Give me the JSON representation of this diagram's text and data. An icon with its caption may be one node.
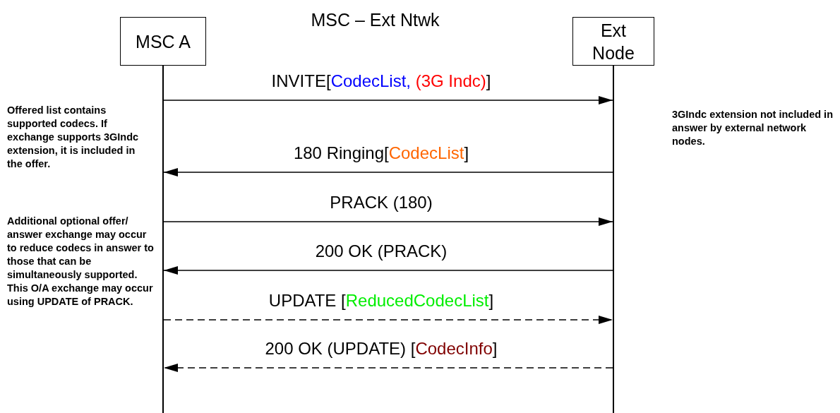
{
  "diagram": {
    "title": "MSC – Ext Ntwk",
    "nodes": [
      {
        "text": [
          "MSC A"
        ]
      },
      {
        "text": [
          "Ext Node"
        ]
      }
    ],
    "edges": [
      {
        "from": 0,
        "to": 1,
        "arrow": "to",
        "label": "INVITE[CodecList, (3G Indc)]"
      },
      {
        "from": 1,
        "to": 0,
        "arrow": "to",
        "label": "180 Ringing[CodecList]"
      },
      {
        "from": 0,
        "to": 1,
        "arrow": "to",
        "label": "PRACK (180)"
      },
      {
        "from": 1,
        "to": 0,
        "arrow": "to",
        "label": "200 OK (PRACK)"
      },
      {
        "from": 0,
        "to": 1,
        "arrow": "to",
        "label": "UPDATE [ReducedCodecList]",
        "style": "dashed"
      },
      {
        "from": 1,
        "to": 0,
        "arrow": "to",
        "label": "200 OK (UPDATE) [CodecInfo]",
        "style": "dashed"
      }
    ],
    "labels": [
      "Offered list contains supported codecs.  If exchange supports 3GIndc extension, it is included in the offer.",
      "Additional optional offer/ answer exchange may occur to reduce codecs in answer to those that can be simultaneously supported.  This O/A exchange may occur using UPDATE of PRACK.",
      "3GIndc extension not included in answer by external network nodes."
    ]
  }
}
